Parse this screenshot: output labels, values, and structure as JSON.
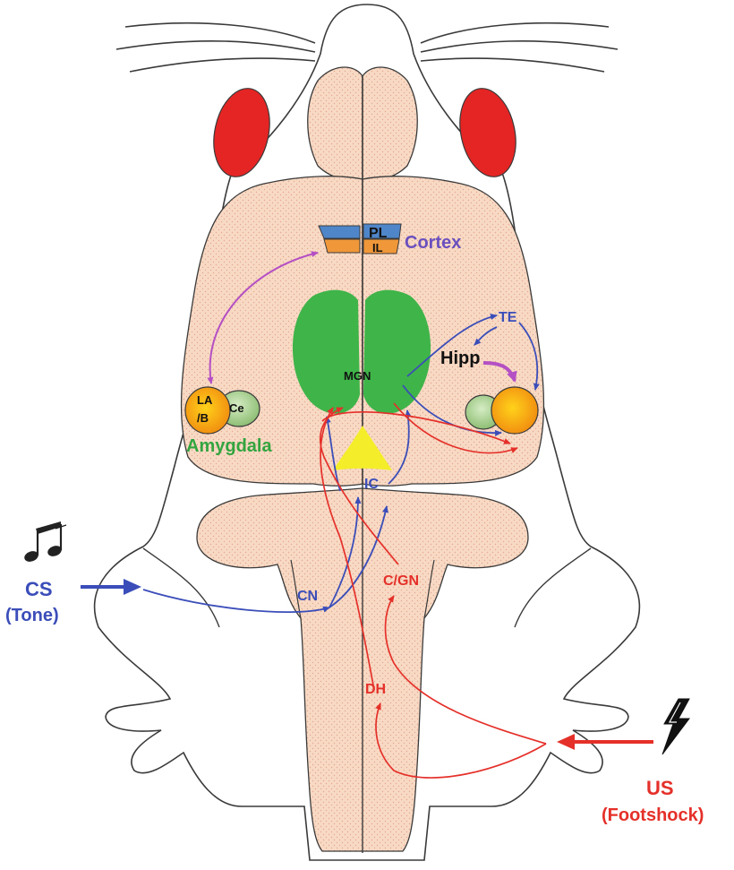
{
  "colors": {
    "brain_fill": "#f8d9c4",
    "outline": "#3a3a3a",
    "eye": "#e52424",
    "mgn": "#3fb449",
    "cs_path": "#3a4db8",
    "us_path": "#e5302a",
    "cortex_link": "#b44fc4",
    "pl": "#4f86c9",
    "il": "#f0973a",
    "ic_area": "#f4ee2a",
    "la_b": "#f29a1c",
    "ce": "#a9cf8f",
    "amygdala_text": "#33a540",
    "cortex_text": "#6a4fbf"
  },
  "icons": {
    "tone": "music-note-icon",
    "shock": "lightning-bolt-icon"
  },
  "labels": {
    "pl": "PL",
    "il": "IL",
    "cortex": "Cortex",
    "mgn": "MGN",
    "te": "TE",
    "hipp": "Hipp",
    "la": "LA",
    "b": "/B",
    "ce": "Ce",
    "amygdala": "Amygdala",
    "ic": "IC",
    "cn": "CN",
    "cgn": "C/GN",
    "dh": "DH",
    "cs": "CS",
    "tone": "(Tone)",
    "us": "US",
    "footshock": "(Footshock)"
  }
}
